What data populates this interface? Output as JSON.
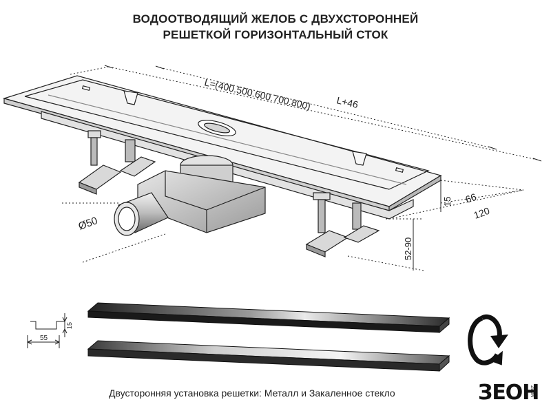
{
  "header": {
    "title_line1": "ВОДООТВОДЯЩИЙ ЖЕЛОБ С ДВУХСТОРОННЕЙ",
    "title_line2": "РЕШЕТКОЙ ГОРИЗОНТАЛЬНЫЙ СТОК"
  },
  "dimensions": {
    "length_options": "L=(400.500.600.700.800)",
    "total_length": "L+46",
    "pipe_diameter": "Ø50",
    "grate_height": "15",
    "inner_width": "66",
    "outer_width": "120",
    "height_range": "52-90",
    "profile_width": "55",
    "profile_height": "15"
  },
  "footer": {
    "caption": "Двусторонняя установка решетки: Металл и Закаленное стекло"
  },
  "brand": {
    "name": "ЗЕОН",
    "small": "ZEON"
  },
  "colors": {
    "line": "#222222",
    "metal_dark": "#111111",
    "metal_light": "#d9d9d9"
  }
}
